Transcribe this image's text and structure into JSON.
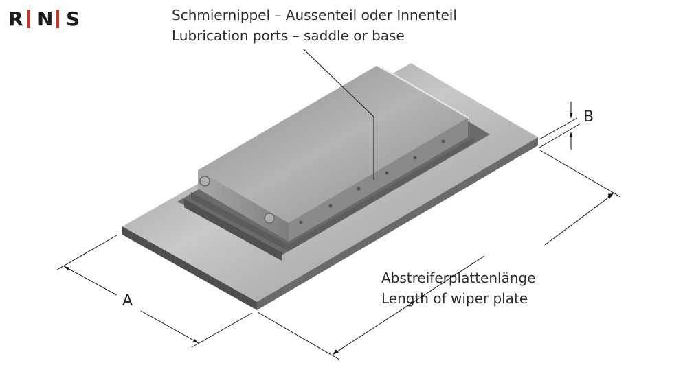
{
  "logo": {
    "letters": [
      "R",
      "I",
      "N",
      "I",
      "S"
    ],
    "text_color": "#1a1a1a",
    "accent_color": "#c8352b"
  },
  "callouts": {
    "lubrication": {
      "line_de": "Schmiernippel – Aussenteil oder Innenteil",
      "line_en": "Lubrication ports – saddle or base"
    },
    "length": {
      "line_de": "Abstreiferplattenlänge",
      "line_en": "Length of wiper plate"
    }
  },
  "dimensions": {
    "a_label": "A",
    "b_label": "B"
  },
  "colors": {
    "line": "#111111",
    "plate_top": "#a9a9a9",
    "plate_side": "#5a5a5a",
    "base_top": "#6e6e6e",
    "saddle_top": "#9a9a9a",
    "saddle_side": "#7a7a7a"
  }
}
